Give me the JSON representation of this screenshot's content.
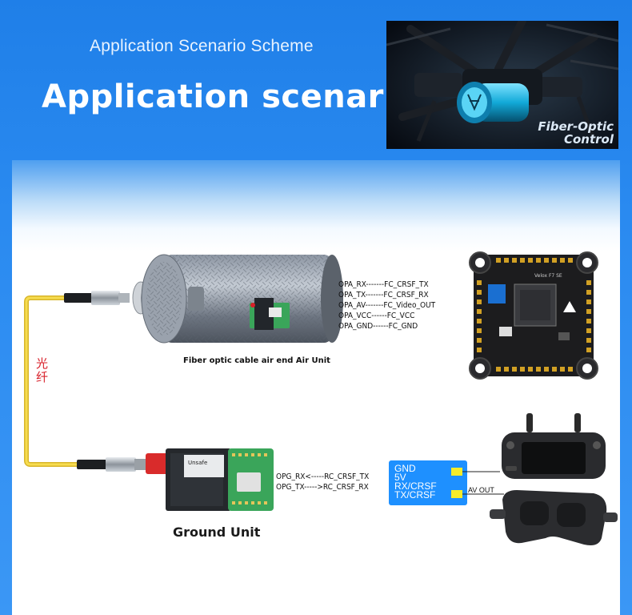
{
  "header": {
    "subtitle": "Application Scenario Scheme",
    "title": "Application scenario",
    "hero_caption": "Fiber-Optic\nControl"
  },
  "diagram": {
    "air_unit_caption": "Fiber optic cable air end Air Unit",
    "ground_unit_caption": "Ground Unit",
    "fiber_label": "光纤",
    "air_pins": [
      "OPA_RX-------FC_CRSF_TX",
      "OPA_TX-------FC_CRSF_RX",
      "OPA_AV-------FC_Video_OUT",
      "OPA_VCC------FC_VCC",
      "OPA_GND------FC_GND"
    ],
    "ground_pins": [
      "OPG_RX<-----RC_CRSF_TX",
      "OPG_TX----->RC_CRSF_RX"
    ],
    "rc_port_labels": [
      "GND",
      "5V",
      "RX/CRSF",
      "TX/CRSF"
    ],
    "av_out": "AV OUT",
    "fc_board_text": "Velox F7 SE",
    "ground_module_text": "Unsafe"
  },
  "colors": {
    "header_blue": "#1f7fe8",
    "fiber_yellow": "#f2d33a",
    "port_blue": "#1e90ff",
    "pad_yellow": "#f5ec2a",
    "pcb_green": "#3aa55a"
  }
}
